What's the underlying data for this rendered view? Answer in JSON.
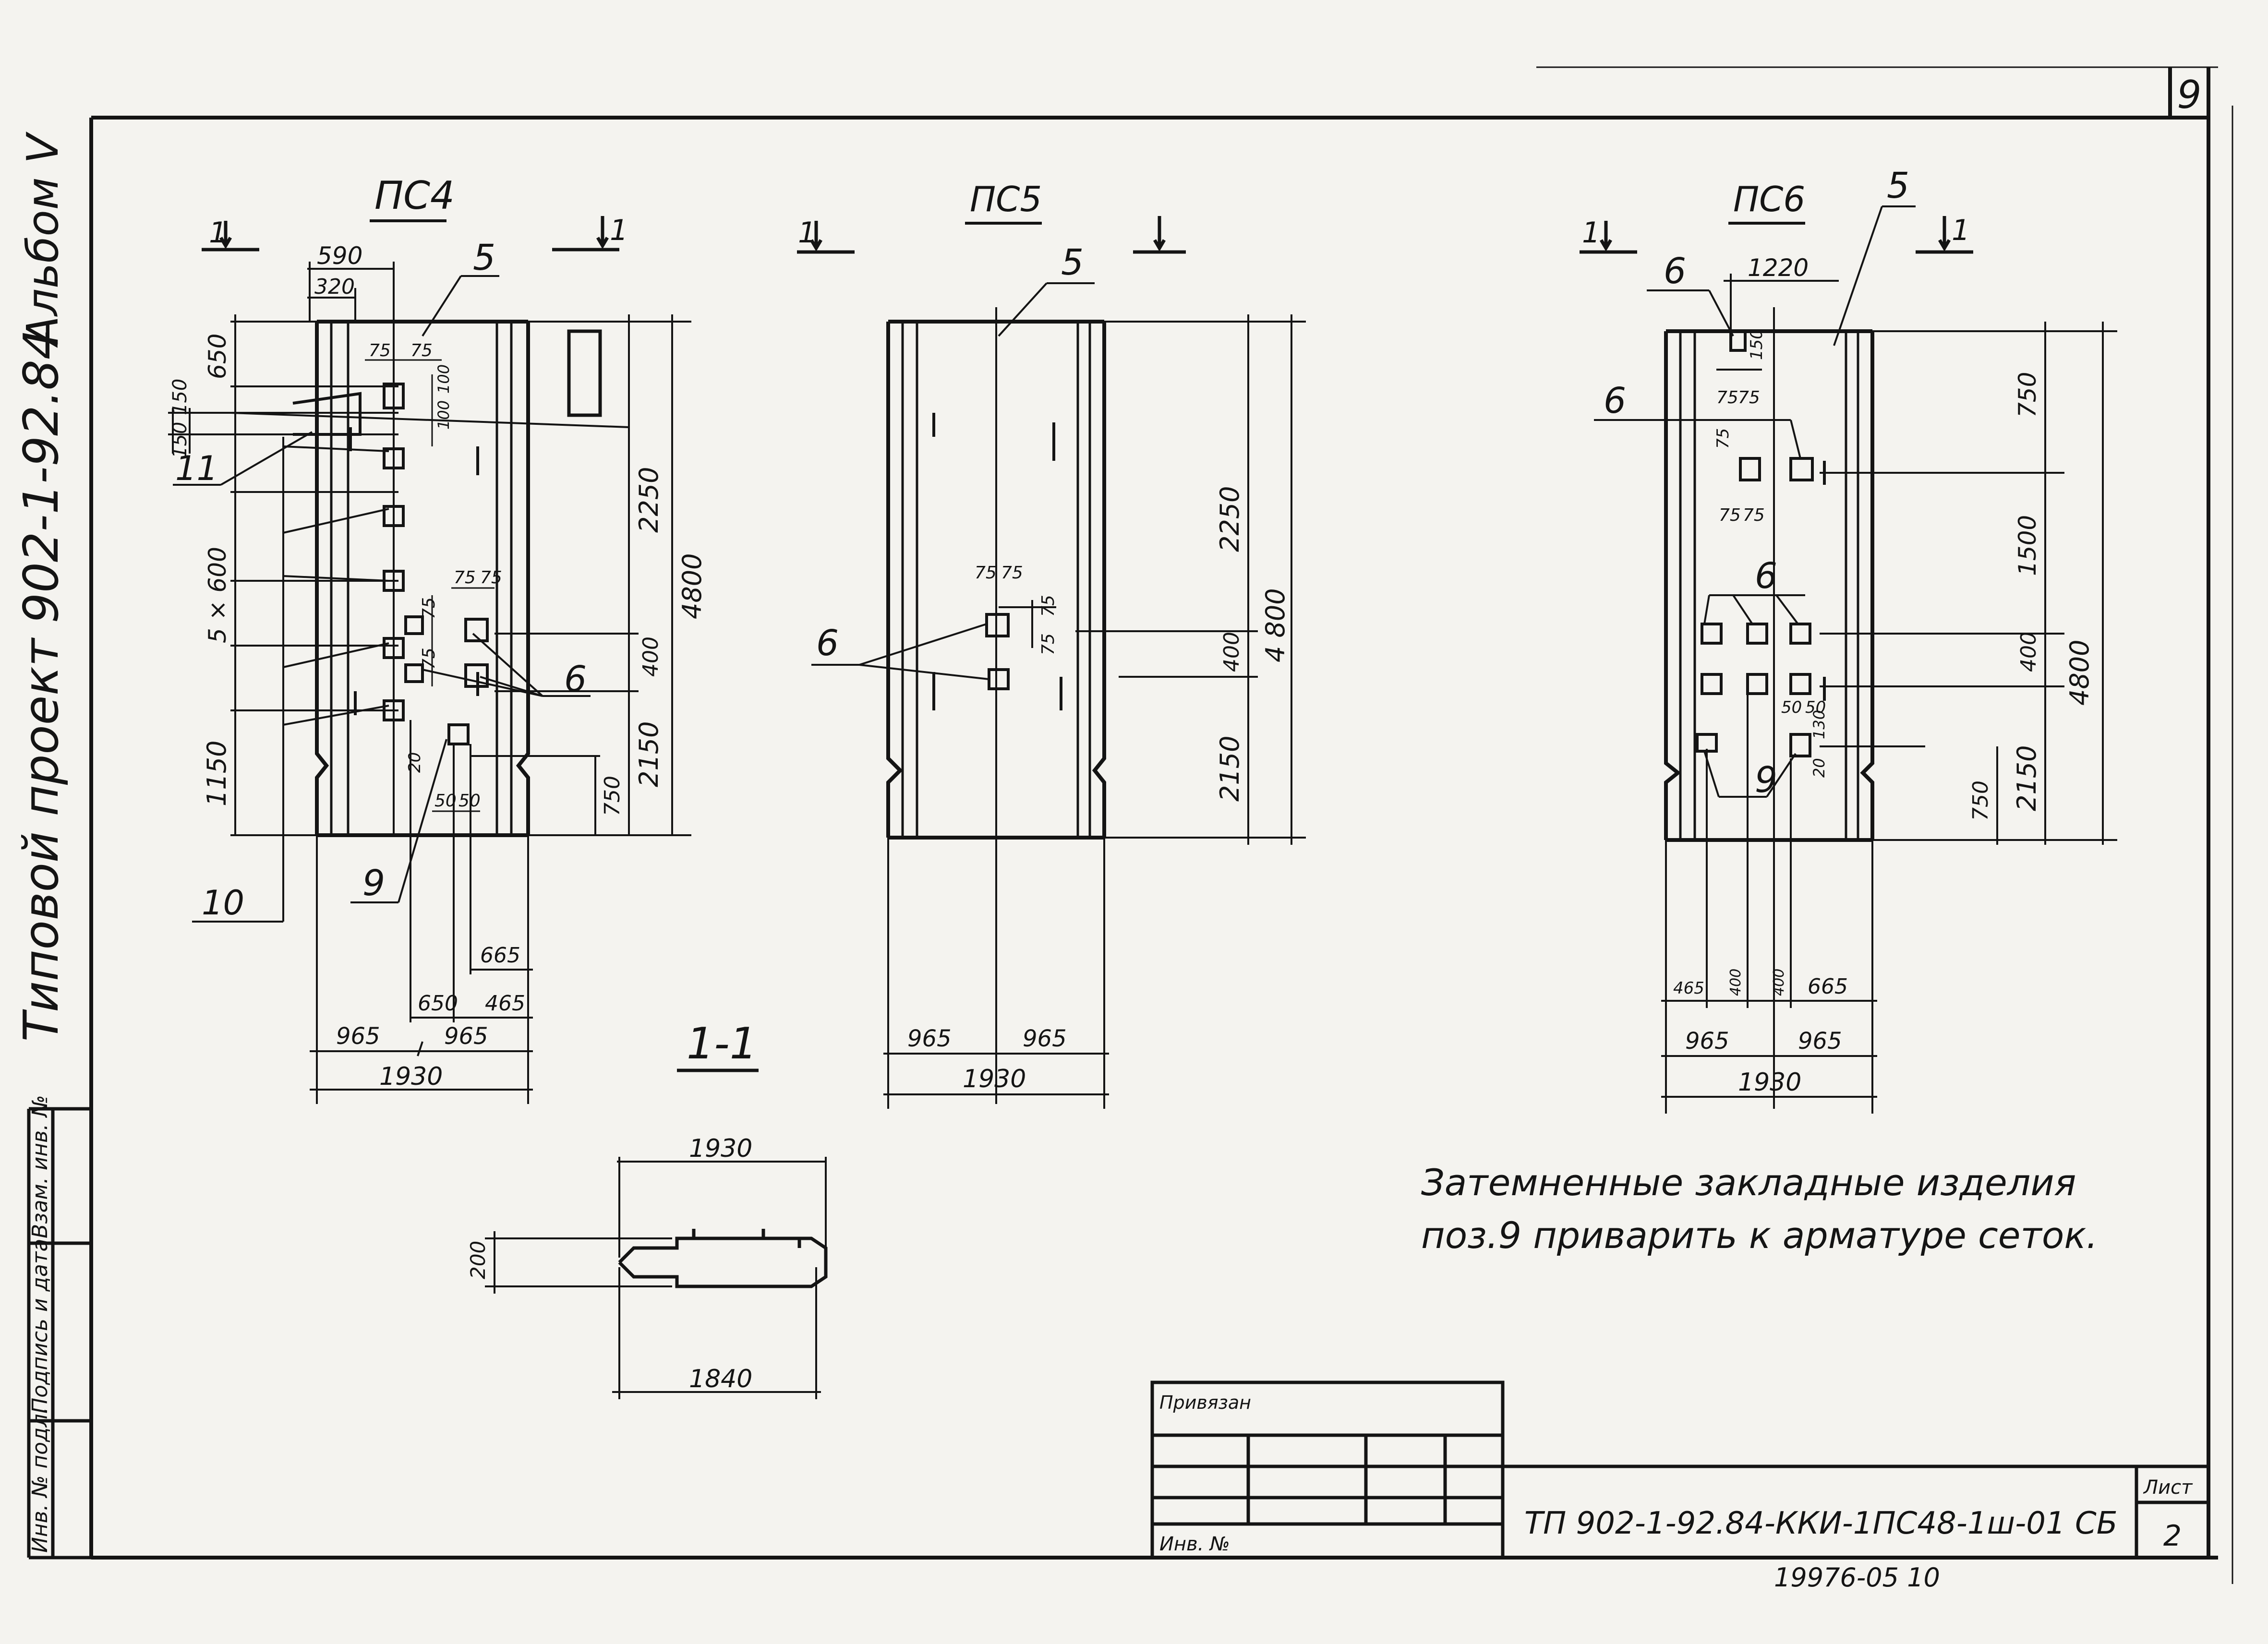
{
  "sheet": {
    "page_number": "9",
    "side_album": "Альбом V",
    "side_project": "Типовой проект 902-1-92.84",
    "side_stamp_cols": [
      "Инв. № подл.",
      "Подпись и дата",
      "Взам. инв. №"
    ],
    "title_block": {
      "attached": "Привязан",
      "inv_no": "Инв. №",
      "sheet_label": "Лист",
      "sheet_number": "2",
      "designation": "ТП 902-1-92.84-ККИ-1ПС48-1ш-01 СБ"
    },
    "archive_number": "19976-05 10"
  },
  "note": {
    "line1": "Затемненные закладные изделия",
    "line2": "поз.9 приварить к арматуре сеток."
  },
  "panels": {
    "ps4": {
      "title": "ПС4",
      "section_mark": "1",
      "dims": {
        "top_590": "590",
        "top_320": "320",
        "left_650": "650",
        "left_150a": "150",
        "left_150b": "150",
        "left_5x600": "5 × 600",
        "left_1150": "1150",
        "right_2250": "2250",
        "right_400": "400",
        "right_2150": "2150",
        "right_750": "750",
        "right_4800": "4800",
        "in_75a": "75",
        "in_75b": "75",
        "in_100a": "100",
        "in_100b": "100",
        "in_75c": "75",
        "in_75d": "75",
        "in_75e": "75",
        "in_75f": "75",
        "in_20": "20",
        "in_50a": "50",
        "in_50b": "50",
        "bot_665": "665",
        "bot_650": "650",
        "bot_465": "465",
        "bot_965a": "965",
        "bot_965b": "965",
        "bot_1930": "1930"
      },
      "callouts": {
        "c5": "5",
        "c11": "11",
        "c6": "6",
        "c10": "10",
        "c9": "9"
      }
    },
    "ps5": {
      "title": "ПС5",
      "section_mark": "1",
      "dims": {
        "right_2250": "2250",
        "right_400": "400",
        "right_2150": "2150",
        "right_4800": "4 800",
        "in_75a": "75",
        "in_75b": "75",
        "in_75c": "75",
        "in_75d": "75",
        "bot_965a": "965",
        "bot_965b": "965",
        "bot_1930": "1930"
      },
      "callouts": {
        "c5": "5",
        "c6": "6"
      }
    },
    "ps6": {
      "title": "ПС6",
      "section_mark": "1",
      "dims": {
        "top_1220": "1220",
        "in_150": "150",
        "in_75a": "75",
        "in_75b": "75",
        "in_75c": "75",
        "in_75d": "75",
        "in_75e": "75",
        "in_50a": "50",
        "in_50b": "50",
        "in_20": "20",
        "in_130": "130",
        "right_750": "750",
        "right_1500": "1500",
        "right_400": "400",
        "right_2150": "2150",
        "right_4800": "4800",
        "right_750b": "750",
        "bot_465": "465",
        "bot_400a": "400",
        "bot_400b": "400",
        "bot_665": "665",
        "bot_965a": "965",
        "bot_965b": "965",
        "bot_1930": "1930"
      },
      "callouts": {
        "c6a": "6",
        "c5": "5",
        "c6b": "6",
        "c6c": "6",
        "c9": "9"
      }
    }
  },
  "section": {
    "title": "1-1",
    "dims": {
      "top_1930": "1930",
      "left_200": "200",
      "bot_1840": "1840"
    }
  }
}
